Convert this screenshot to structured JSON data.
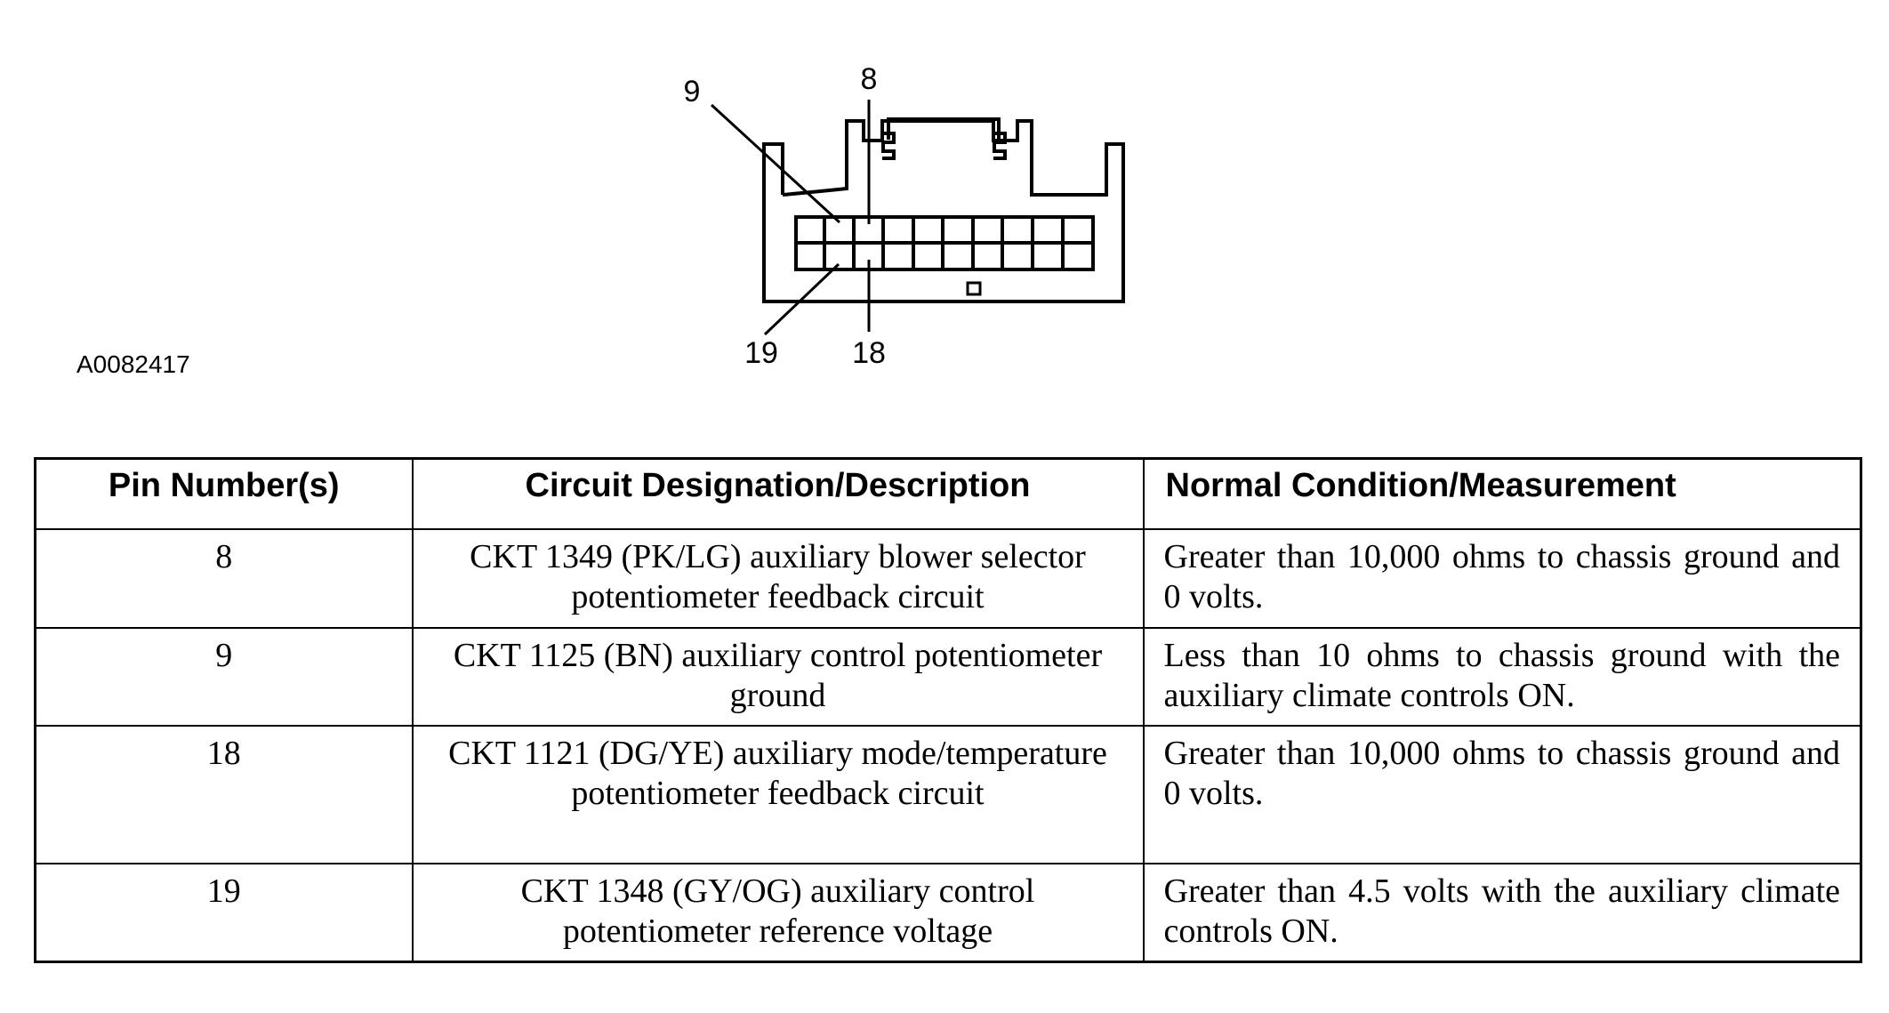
{
  "figure": {
    "id_label": "A0082417",
    "callouts": {
      "pin_9": "9",
      "pin_8": "8",
      "pin_19": "19",
      "pin_18": "18"
    }
  },
  "table": {
    "headers": {
      "pin": "Pin Number(s)",
      "circuit": "Circuit Designation/Description",
      "condition": "Normal Condition/Measurement"
    },
    "rows": [
      {
        "pin": "8",
        "circuit": "CKT 1349 (PK/LG) auxiliary blower selector potentiometer feedback circuit",
        "condition": "Greater than 10,000 ohms to chassis ground and 0 volts."
      },
      {
        "pin": "9",
        "circuit": "CKT 1125 (BN) auxiliary control potentiometer ground",
        "condition": "Less than 10 ohms to chassis ground with the auxiliary climate controls ON."
      },
      {
        "pin": "18",
        "circuit": "CKT 1121 (DG/YE) auxiliary mode/temperature potentiometer feedback circuit",
        "condition": "Greater than 10,000 ohms to chassis ground and 0 volts."
      },
      {
        "pin": "19",
        "circuit": "CKT 1348 (GY/OG) auxiliary control potentiometer reference voltage",
        "condition": "Greater than 4.5 volts with the auxiliary climate controls ON."
      }
    ]
  }
}
